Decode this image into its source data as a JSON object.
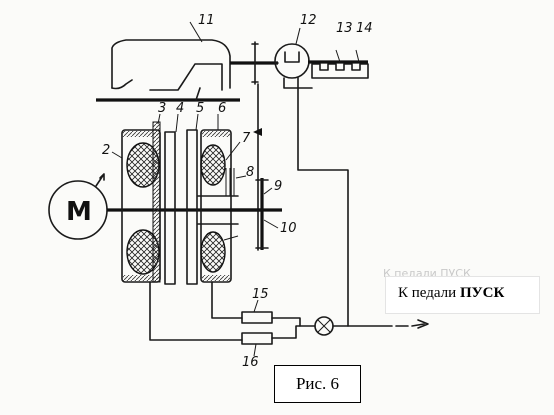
{
  "figure": {
    "caption": "Рис. 6",
    "pedal_text": "К педали",
    "pedal_bold": "ПУСК",
    "motor_label": "М",
    "background_faint_text": "К педали ПУСК"
  },
  "labels": {
    "l2": "2",
    "l3": "3",
    "l4": "4",
    "l5": "5",
    "l6": "6",
    "l7": "7",
    "l8": "8",
    "l9": "9",
    "l10": "10",
    "l11": "11",
    "l12": "12",
    "l13": "13",
    "l14": "14",
    "l15": "15",
    "l16": "16"
  },
  "colors": {
    "ink": "#1a1a1a",
    "paper": "#fbfbf9",
    "box": "#ffffff"
  }
}
